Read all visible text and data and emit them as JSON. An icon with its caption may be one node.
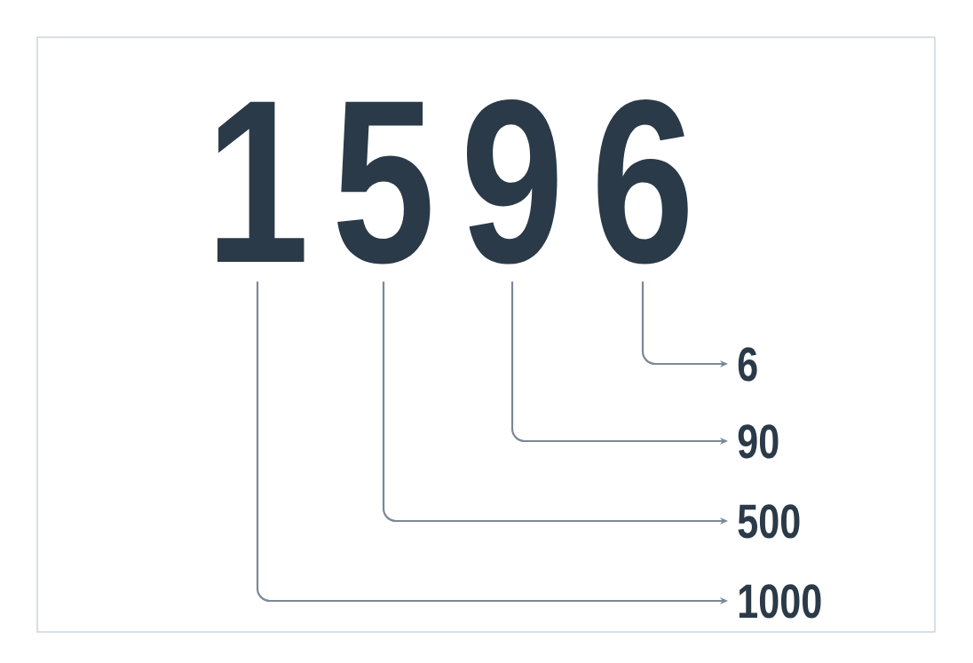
{
  "diagram": {
    "nodes": [
      {
        "text": [
          "1"
        ]
      },
      {
        "text": [
          "5"
        ]
      },
      {
        "text": [
          "9"
        ]
      },
      {
        "text": [
          "6"
        ]
      },
      {
        "text": [
          "6"
        ]
      },
      {
        "text": [
          "90"
        ]
      },
      {
        "text": [
          "500"
        ]
      },
      {
        "text": [
          "1000"
        ]
      }
    ],
    "edges": [
      {
        "from": 3,
        "to": 4,
        "arrow": "to"
      },
      {
        "from": 2,
        "to": 5,
        "arrow": "to"
      },
      {
        "from": 1,
        "to": 6,
        "arrow": "to"
      },
      {
        "from": 0,
        "to": 7,
        "arrow": "to"
      }
    ]
  }
}
